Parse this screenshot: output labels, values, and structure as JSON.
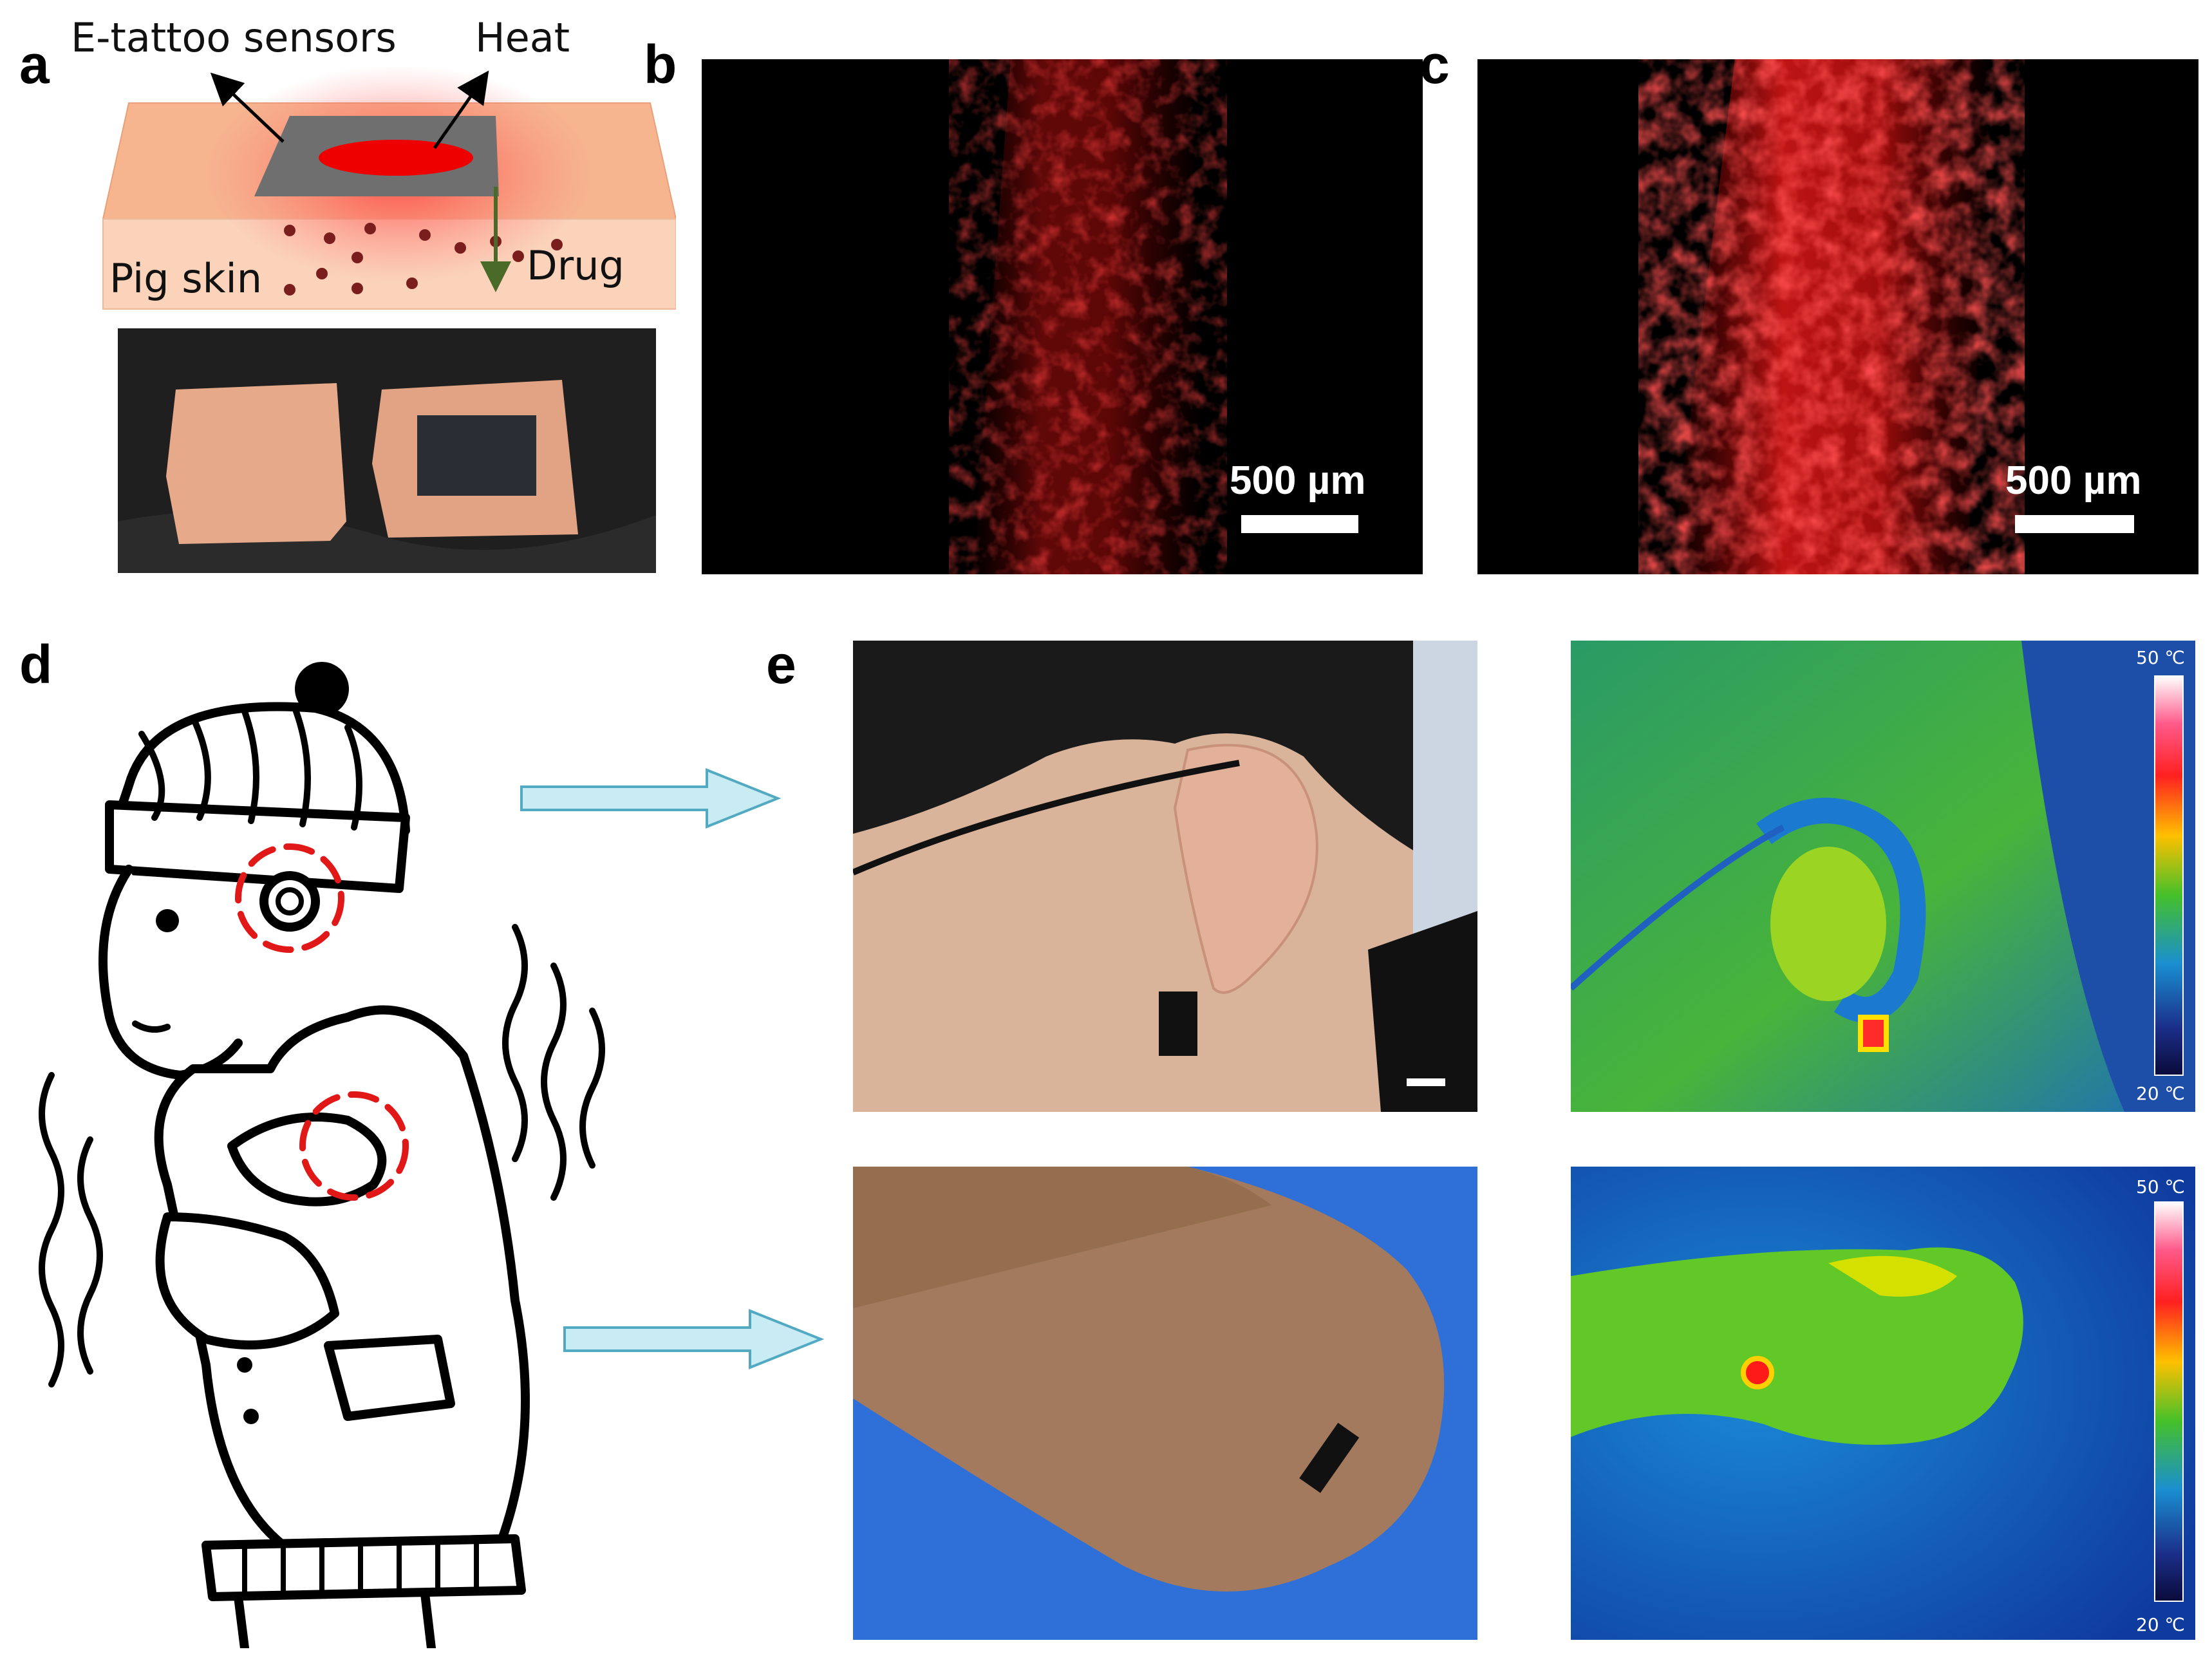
{
  "panel_labels": {
    "a": "a",
    "b": "b",
    "c": "c",
    "d": "d",
    "e": "e"
  },
  "panel_a": {
    "label_sensor": "E-tattoo sensors",
    "label_heat": "Heat",
    "label_skin": "Pig skin",
    "label_drug": "Drug"
  },
  "panel_b": {
    "scale_label": "500 µm"
  },
  "panel_c": {
    "scale_label": "500 µm"
  },
  "panel_e": {
    "thermal_top": {
      "max_label": "50 ℃",
      "min_label": "20 ℃"
    },
    "thermal_bottom": {
      "max_label": "50 ℃",
      "min_label": "20 ℃"
    }
  },
  "colors": {
    "fluorescence": "#e01818",
    "skin": "#f6b48f",
    "arrow": "#c9ebf3",
    "arrow_stroke": "#52a9c2",
    "drug_arrow": "#4a6a2a",
    "drug_dots": "#7a1d1d"
  }
}
